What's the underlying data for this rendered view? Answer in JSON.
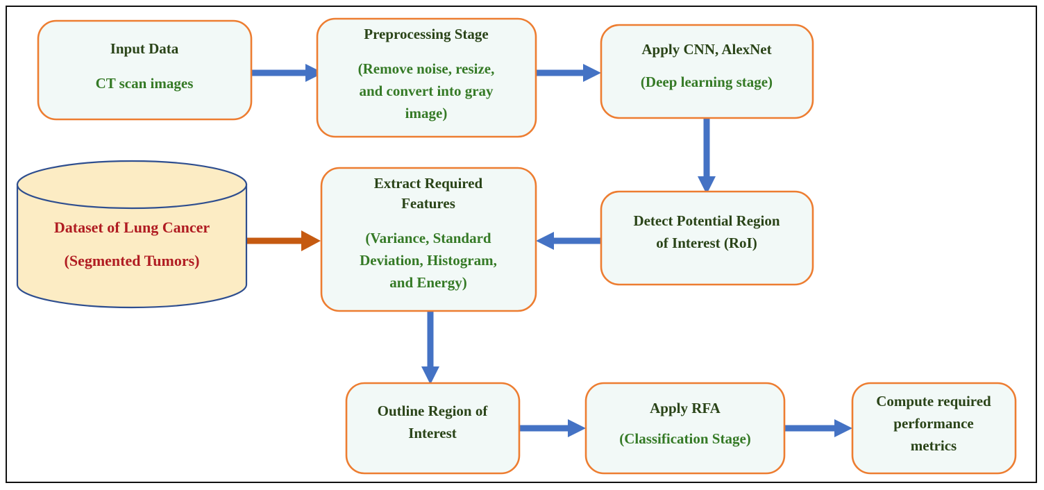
{
  "figure": {
    "type": "flowchart",
    "orientation": "left-to-right, wrapping",
    "border_color": "#111111",
    "background": "#ffffff"
  },
  "palette": {
    "box_fill": "#f2f9f7",
    "box_stroke": "#ED7D31",
    "title_text": "#2A4418",
    "sub_text": "#357A26",
    "db_fill": "#FCECC4",
    "db_stroke": "#2E4E8F",
    "db_text": "#B01C22",
    "arrow_blue": "#4472C4",
    "arrow_orange": "#C55A11"
  },
  "nodes": {
    "input_data": {
      "title": "Input Data",
      "sub": "CT scan images",
      "shape": "rounded-rect"
    },
    "preprocessing": {
      "title": "Preprocessing Stage",
      "sub_line1": "(Remove noise, resize,",
      "sub_line2": "and convert into gray",
      "sub_line3": "image)",
      "shape": "rounded-rect"
    },
    "apply_cnn": {
      "title": "Apply CNN, AlexNet",
      "sub": "(Deep learning stage)",
      "shape": "rounded-rect"
    },
    "dataset": {
      "line1": "Dataset of Lung Cancer",
      "line2": "(Segmented Tumors)",
      "shape": "cylinder"
    },
    "extract_features": {
      "title_line1": "Extract Required",
      "title_line2": "Features",
      "sub_line1": "(Variance, Standard",
      "sub_line2": "Deviation, Histogram,",
      "sub_line3": "and Energy)",
      "shape": "rounded-rect"
    },
    "detect_roi": {
      "title_line1": "Detect Potential Region",
      "title_line2": "of Interest (RoI)",
      "shape": "rounded-rect"
    },
    "outline_roi": {
      "title_line1": "Outline Region of",
      "title_line2": "Interest",
      "shape": "rounded-rect"
    },
    "apply_rfa": {
      "title": "Apply RFA",
      "sub": "(Classification Stage)",
      "shape": "rounded-rect"
    },
    "compute_metrics": {
      "title_line1": "Compute required",
      "title_line2": "performance",
      "title_line3": "metrics",
      "shape": "rounded-rect"
    }
  },
  "edges": [
    {
      "name": "input-to-preprocessing",
      "from": "input_data",
      "to": "preprocessing",
      "direction": "right",
      "color": "#4472C4"
    },
    {
      "name": "preprocessing-to-cnn",
      "from": "preprocessing",
      "to": "apply_cnn",
      "direction": "right",
      "color": "#4472C4"
    },
    {
      "name": "cnn-to-detect-roi",
      "from": "apply_cnn",
      "to": "detect_roi",
      "direction": "down",
      "color": "#4472C4"
    },
    {
      "name": "detect-roi-to-extract",
      "from": "detect_roi",
      "to": "extract_features",
      "direction": "left",
      "color": "#4472C4"
    },
    {
      "name": "dataset-to-extract",
      "from": "dataset",
      "to": "extract_features",
      "direction": "right",
      "color": "#C55A11"
    },
    {
      "name": "extract-to-outline",
      "from": "extract_features",
      "to": "outline_roi",
      "direction": "down",
      "color": "#4472C4"
    },
    {
      "name": "outline-to-rfa",
      "from": "outline_roi",
      "to": "apply_rfa",
      "direction": "right",
      "color": "#4472C4"
    },
    {
      "name": "rfa-to-metrics",
      "from": "apply_rfa",
      "to": "compute_metrics",
      "direction": "right",
      "color": "#4472C4"
    }
  ]
}
